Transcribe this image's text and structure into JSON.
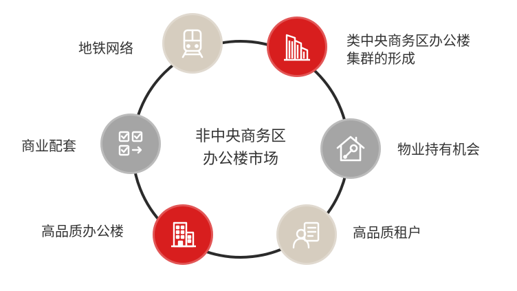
{
  "center": {
    "line1": "非中央商务区",
    "line2": "办公楼市场"
  },
  "colors": {
    "ring": "#2b2b2b",
    "red": "#d81e1e",
    "beige": "#d6cdbf",
    "gray": "#a5a5a5",
    "icon": "#ffffff",
    "text": "#333333"
  },
  "nodes": [
    {
      "id": "metro",
      "icon": "train-icon",
      "color": "beige",
      "label": "地铁网络"
    },
    {
      "id": "cbd-cluster",
      "icon": "office-buildings-icon",
      "color": "red",
      "label_line1": "类中央商务区办公楼",
      "label_line2": "集群的形成"
    },
    {
      "id": "ownership",
      "icon": "house-wrench-icon",
      "color": "gray",
      "label": "物业持有机会"
    },
    {
      "id": "tenants",
      "icon": "tenant-document-icon",
      "color": "beige",
      "label": "高品质租户"
    },
    {
      "id": "offices",
      "icon": "office-building-icon",
      "color": "red",
      "label": "高品质办公楼"
    },
    {
      "id": "amenities",
      "icon": "amenities-checklist-icon",
      "color": "gray",
      "label": "商业配套"
    }
  ]
}
